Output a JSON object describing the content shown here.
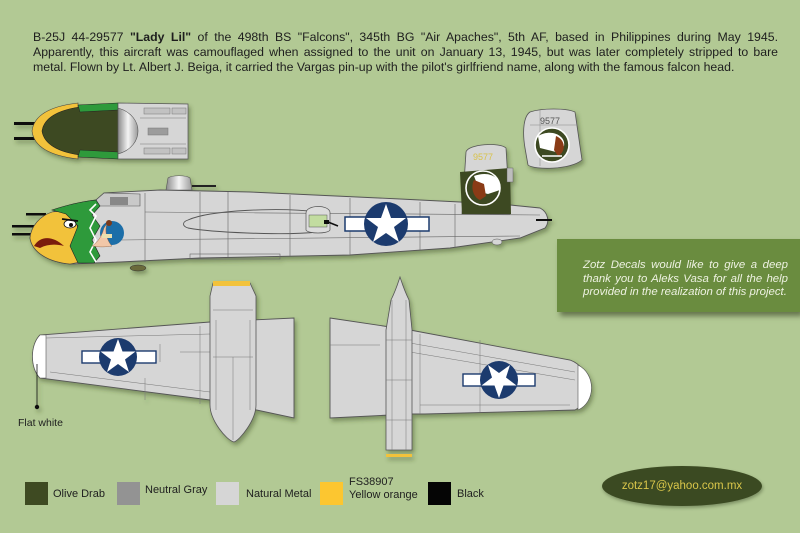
{
  "description": {
    "prefix": "B-25J 44-29577 ",
    "name_bold": "\"Lady Lil\"",
    "suffix": " of the 498th BS \"Falcons\", 345th BG \"Air Apaches\", 5th AF, based in Philippines during May 1945. Apparently, this aircraft was camouflaged when assigned to the unit on January 13, 1945, but was later completely stripped to bare metal. Flown by Lt. Albert J. Beiga, it carried the Vargas pin-up with the pilot's girlfriend name, along with the famous falcon head."
  },
  "thanks_box": {
    "text": "Zotz Decals would like to give a deep thank you to Aleks Vasa for all the help provided in the realization of this project.",
    "background": "#6a8c3f"
  },
  "callouts": {
    "flat_white": "Flat white"
  },
  "tail_markings": {
    "serial": "9577",
    "emblem": "Air Apaches Indian head"
  },
  "insignia": {
    "blue": "#1d3a6e",
    "white": "#ffffff"
  },
  "legend": [
    {
      "label": "Olive Drab",
      "color": "#3e4a22"
    },
    {
      "label": "Neutral Gray",
      "color": "#939393"
    },
    {
      "label": "Natural Metal",
      "color": "#d6d6d6"
    },
    {
      "label": "FS38907",
      "label2": "Yellow orange",
      "color": "#fcc630"
    },
    {
      "label": "Black",
      "color": "#050505"
    }
  ],
  "contact": {
    "email": "zotz17@yahoo.com.mx"
  },
  "colors": {
    "background": "#b2c994",
    "metal": "#d6d6d6",
    "panel_line": "#555555",
    "falcon_green": "#2e9a3a",
    "falcon_yellow": "#f2c23a"
  }
}
